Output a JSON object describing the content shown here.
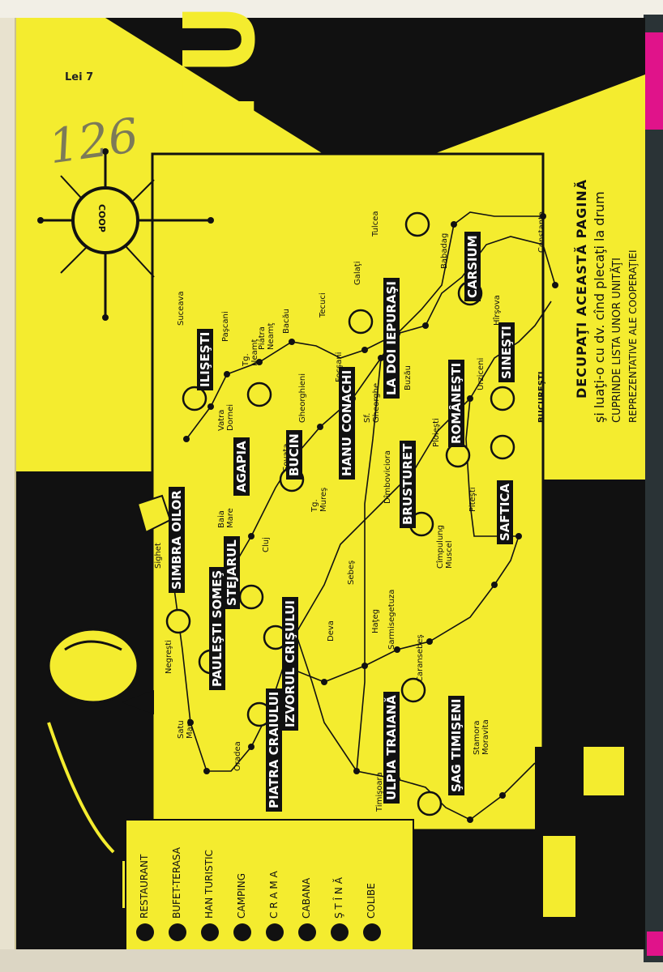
{
  "price": "Lei 7",
  "handwritten_note": "126",
  "title": "TURIŞTI",
  "instruction": {
    "line1": "DECUPAŢI ACEASTĂ PAGINĂ",
    "line2": "şi luaţi-o cu dv. cînd plecaţi la drum",
    "line3": "CUPRINDE LISTA UNOR UNITĂŢI",
    "line4": "REPREZENTATIVE ALE COOPERAŢIEI"
  },
  "logo": "COOP",
  "legend": [
    {
      "label": "RESTAURANT",
      "icon": "restaurant-icon"
    },
    {
      "label": "BUFET-TERASA",
      "icon": "terrace-icon"
    },
    {
      "label": "HAN TURISTIC",
      "icon": "inn-icon"
    },
    {
      "label": "CAMPING",
      "icon": "tent-icon"
    },
    {
      "label": "C R A M A",
      "icon": "barrel-icon"
    },
    {
      "label": "CABANA",
      "icon": "cabin-icon"
    },
    {
      "label": "Ş T Î N Ă",
      "icon": "sheepfold-icon"
    },
    {
      "label": "COLIBE",
      "icon": "hut-icon"
    }
  ],
  "units": [
    "SIMBRA OILOR",
    "ILIŞEŞTI",
    "STEJARUL",
    "AGAPIA",
    "BUCIN",
    "HANU CONACHI",
    "LA DOI IEPURAŞI",
    "CARSIUM",
    "ROMÂNEŞTI",
    "SINEŞTI",
    "BRUSTURET",
    "SAFTICA",
    "PAULEŞTI SOMEŞ",
    "PIATRA CRAIULUI",
    "IZVORUL CRIŞULUI",
    "ULPIA TRAIANĂ",
    "ŞAG TIMIŞENI"
  ],
  "towns": [
    "Sighet",
    "Suceava",
    "Paşcani",
    "Tg. Neamţ",
    "Piatra Neamţ",
    "Bacău",
    "Tecuci",
    "Galaţi",
    "Tulcea",
    "Babadag",
    "Hîrşova",
    "Constanţa",
    "Vatra Dornei",
    "Gheorghieni",
    "Focşani",
    "Sf. Gheorghe",
    "Buzău",
    "Urziceni",
    "BUCUREŞTI",
    "Ploieşti",
    "Dîmboviciora",
    "Cîmpulung Muscel",
    "Piteşti",
    "Baia Mare",
    "Cluj",
    "Sovata",
    "Tg. Mureş",
    "Sebeş",
    "Deva",
    "Haţeg",
    "Sarmisegetuza",
    "Caransebeş",
    "Negreşti",
    "Satu Mare",
    "Oradea",
    "Timişoara",
    "Stamora Moravita"
  ]
}
